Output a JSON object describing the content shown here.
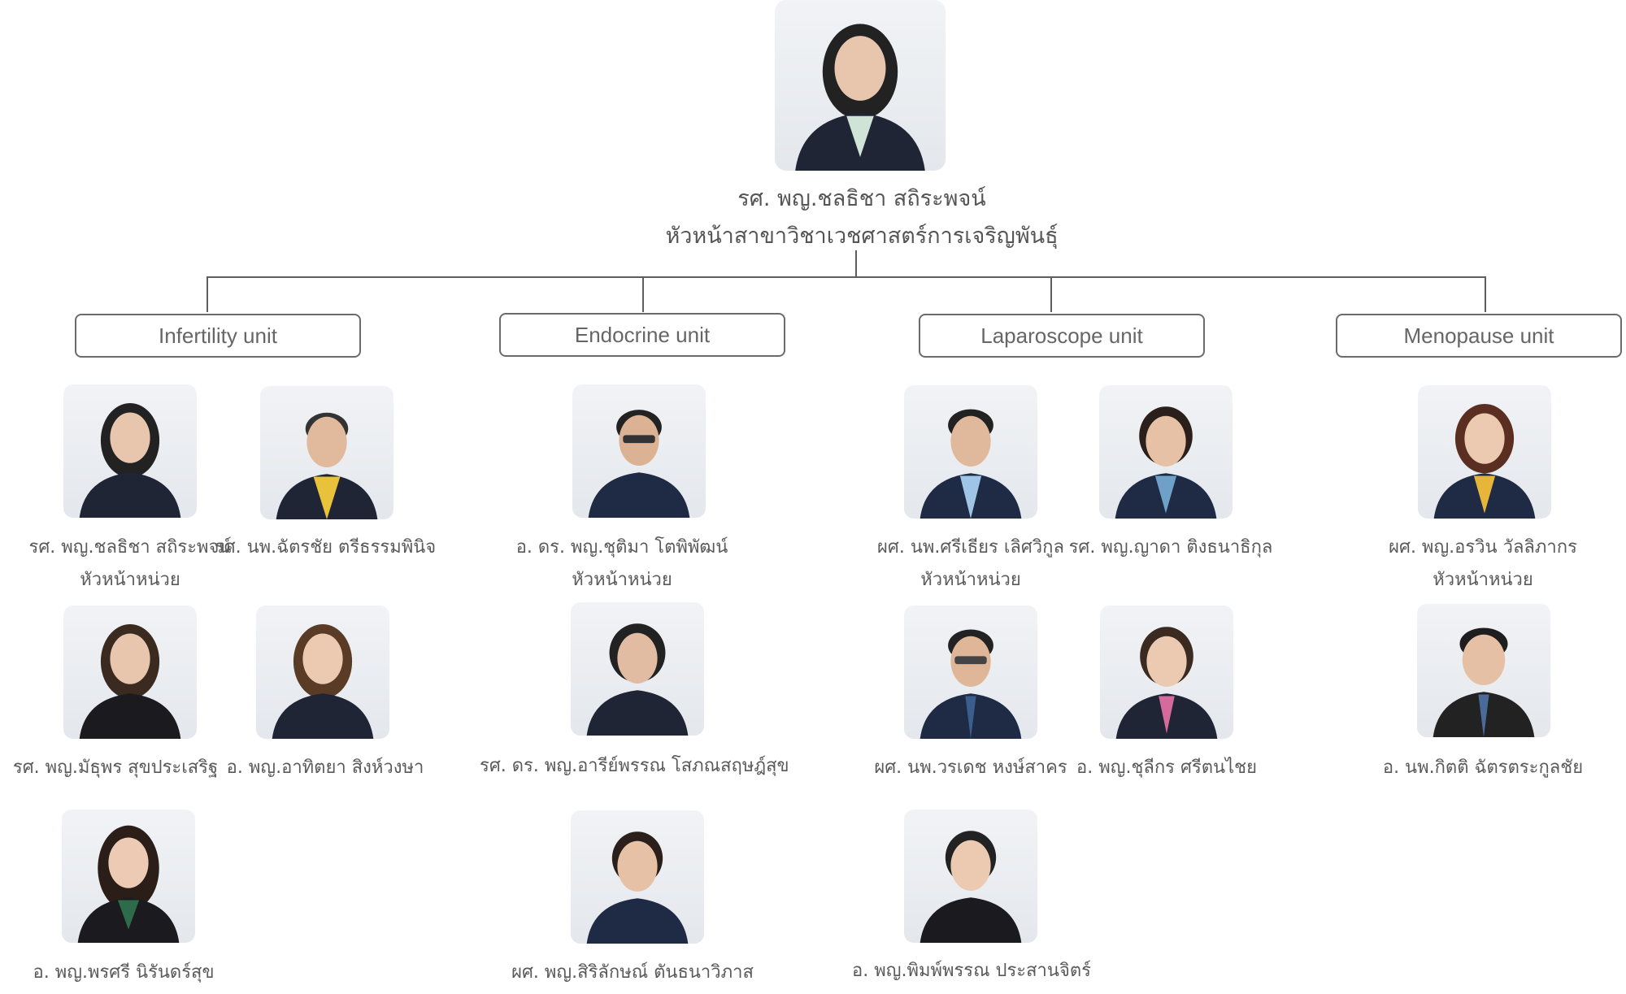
{
  "head": {
    "name": "รศ. พญ.ชลธิชา สถิระพจน์",
    "title": "หัวหน้าสาขาวิชาเวชศาสตร์การเจริญพันธุ์"
  },
  "unit_head_label": "หัวหน้าหน่วย",
  "units": [
    {
      "label": "Infertility unit",
      "members": [
        {
          "name": "รศ. พญ.ชลธิชา สถิระพจน์",
          "role": "หัวหน้าหน่วย"
        },
        {
          "name": "รศ. นพ.ฉัตรชัย ตรีธรรมพินิจ"
        },
        {
          "name": "รศ. พญ.มัธุพร สุขประเสริฐ"
        },
        {
          "name": "อ. พญ.อาทิตยา สิงห์วงษา"
        },
        {
          "name": "อ. พญ.พรศรี นิรันดร์สุข"
        }
      ]
    },
    {
      "label": "Endocrine unit",
      "members": [
        {
          "name": "อ. ดร. พญ.ชุติมา โตพิพัฒน์",
          "role": "หัวหน้าหน่วย"
        },
        {
          "name": "รศ. ดร. พญ.อารีย์พรรณ โสภณสฤษฎ์สุข"
        },
        {
          "name": "ผศ. พญ.สิริลักษณ์ ตันธนาวิภาส"
        }
      ]
    },
    {
      "label": "Laparoscope unit",
      "members": [
        {
          "name": "ผศ. นพ.ศรีเธียร เลิศวิกูล",
          "role": "หัวหน้าหน่วย"
        },
        {
          "name": "รศ. พญ.ญาดา ติงธนาธิกุล"
        },
        {
          "name": "ผศ. นพ.วรเดช หงษ์สาคร"
        },
        {
          "name": "อ. พญ.ชุลีกร ศรีตนไชย"
        },
        {
          "name": "อ. พญ.พิมพ์พรรณ ประสานจิตร์"
        }
      ]
    },
    {
      "label": "Menopause unit",
      "members": [
        {
          "name": "ผศ. พญ.อรวิน วัลลิภากร",
          "role": "หัวหน้าหน่วย"
        },
        {
          "name": "อ. นพ.กิตติ ฉัตรตระกูลชัย"
        }
      ]
    }
  ]
}
